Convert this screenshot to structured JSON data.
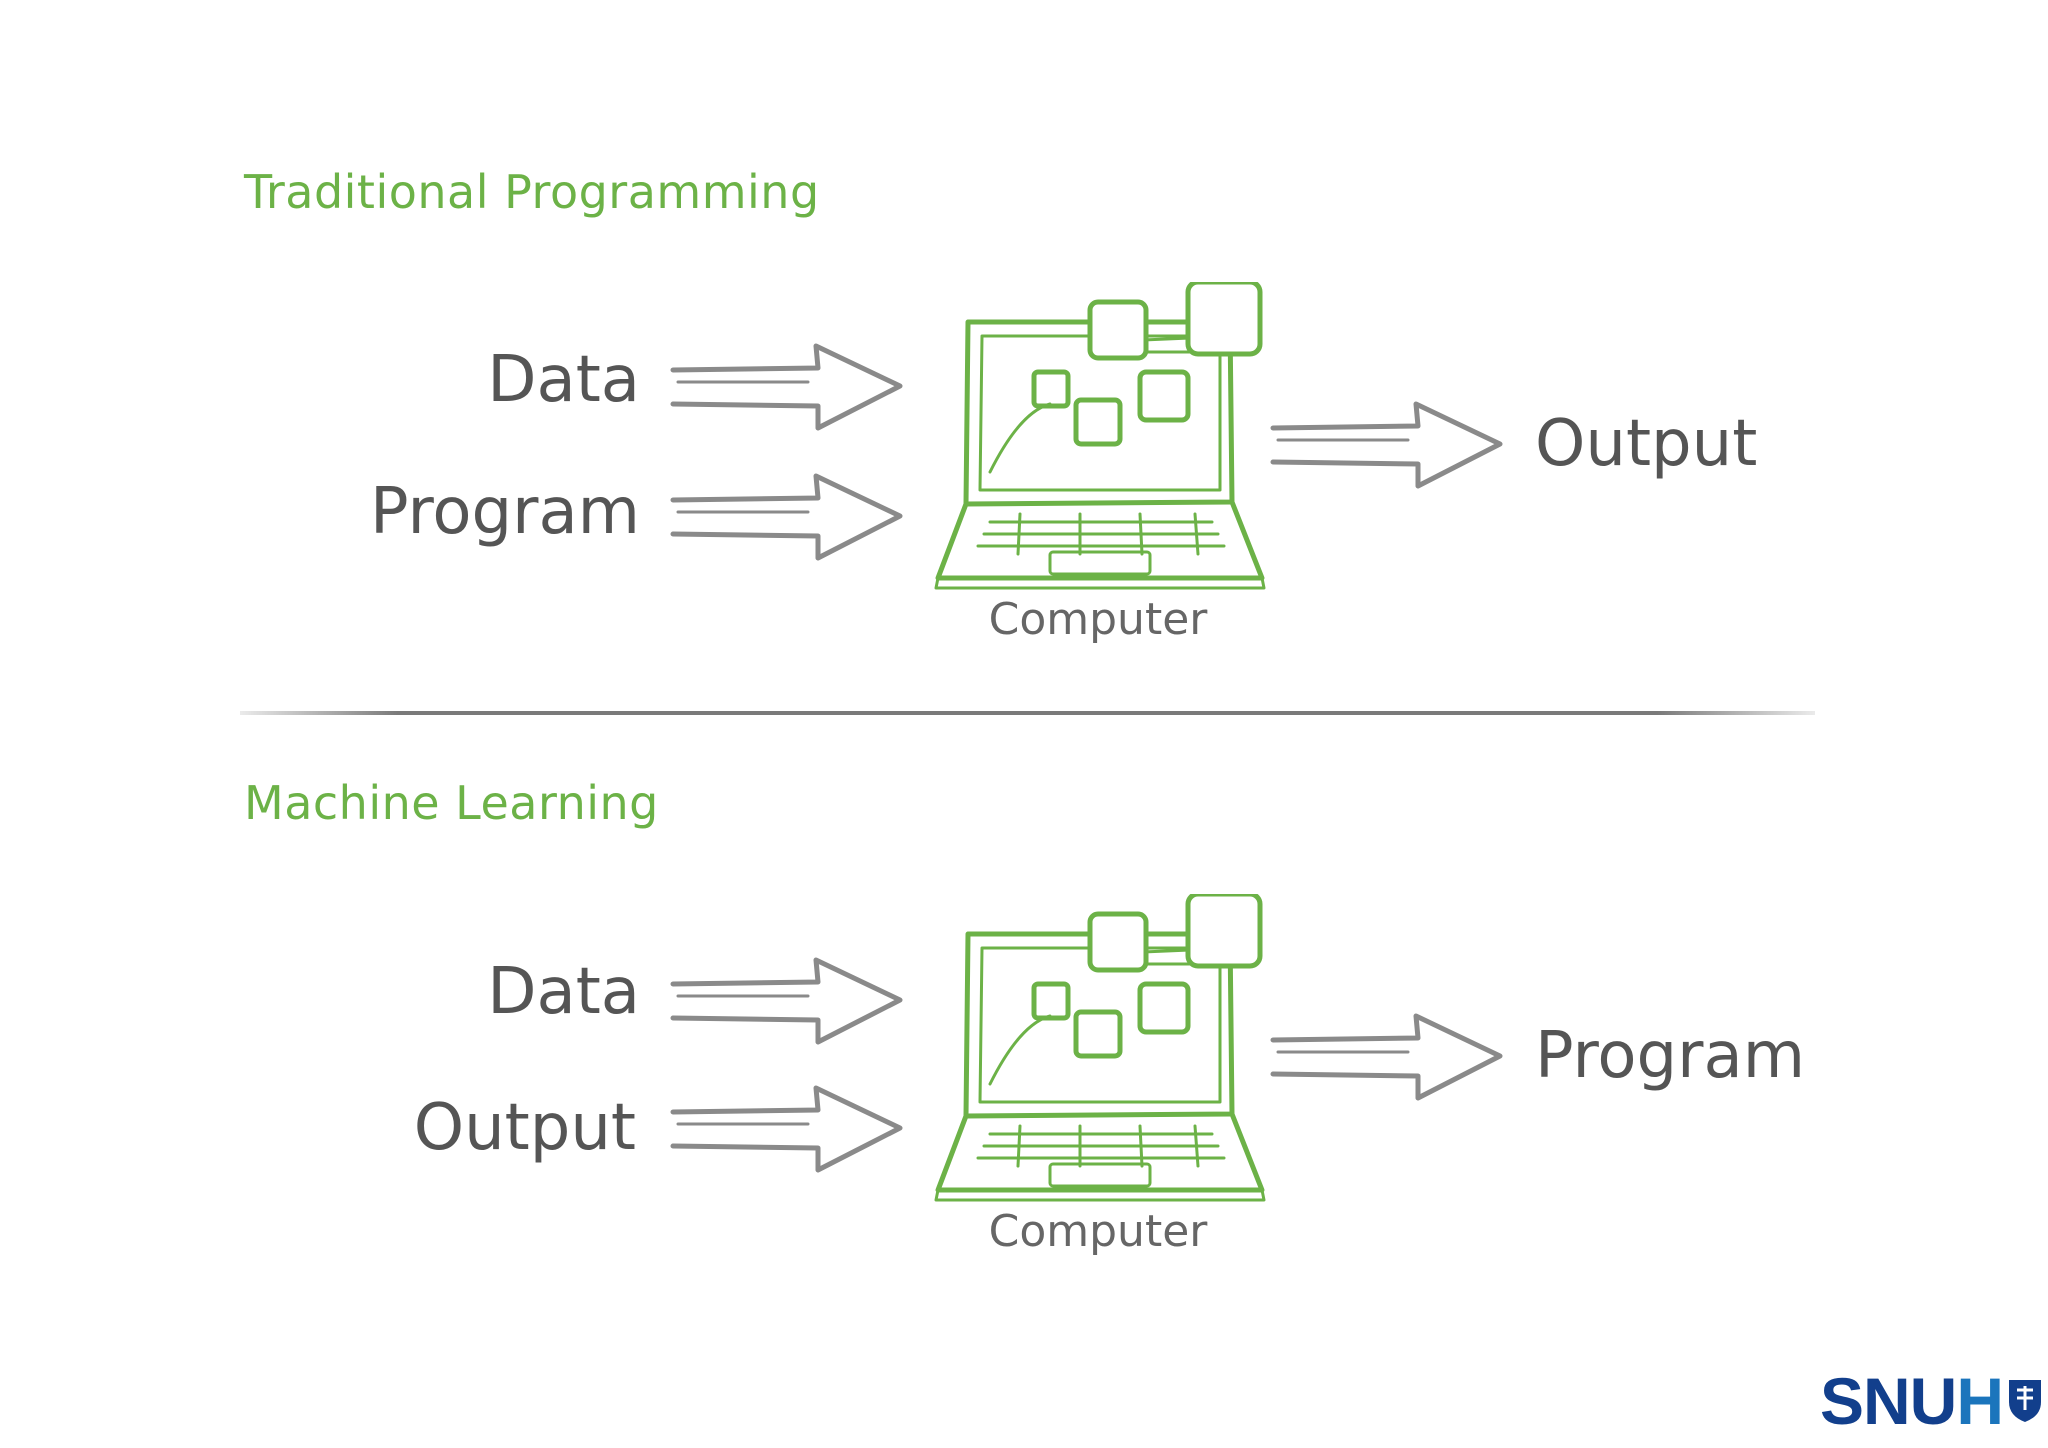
{
  "traditional": {
    "title": "Traditional Programming",
    "inputs": [
      "Data",
      "Program"
    ],
    "processor": "Computer",
    "output": "Output"
  },
  "machine_learning": {
    "title": "Machine Learning",
    "inputs": [
      "Data",
      "Output"
    ],
    "processor": "Computer",
    "output": "Program"
  },
  "logo": {
    "text_main": "SNU",
    "text_accent": "H"
  },
  "colors": {
    "accent_green": "#6cb247",
    "text_gray": "#555555",
    "logo_blue": "#123f8c"
  }
}
